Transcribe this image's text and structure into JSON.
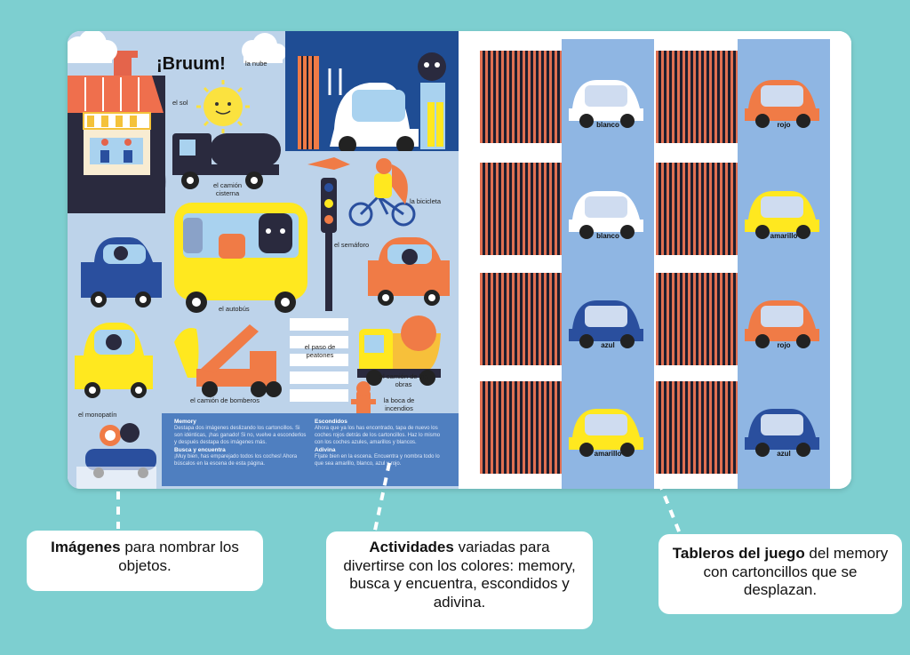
{
  "left_page": {
    "title": "¡Bruum!",
    "labels": {
      "cloud": "la nube",
      "sun": "el sol",
      "tanker": "el camión cisterna",
      "bicycle": "la bicicleta",
      "traffic_light": "el semáforo",
      "bus": "el autobús",
      "crosswalk": "el paso de peatones",
      "fire_truck": "el camión de bomberos",
      "works_truck": "el camión de las obras",
      "hydrant": "la boca de incendios",
      "scooter": "el monopatín"
    },
    "activities": {
      "memory_title": "Memory",
      "memory_text": "Destapa dos imágenes deslizando los cartoncillos. Si son idénticas, ¡has ganado! Si no, vuelve a esconderlos y después destapa dos imágenes más.",
      "find_title": "Busca y encuentra",
      "find_text": "¡Muy bien, has emparejado todos los coches! Ahora búscalos en la escena de esta página.",
      "hide_title": "Escondidos",
      "hide_text": "Ahora que ya los has encontrado, tapa de nuevo los coches rojos detrás de los cartoncillos. Haz lo mismo con los coches azules, amarillos y blancos.",
      "guess_title": "Adivina",
      "guess_text": "Fíjate bien en la escena. Encuentra y nombra todo lo que sea amarillo, blanco, azul y rojo."
    }
  },
  "right_page": {
    "lane1": [
      "blanco",
      "blanco",
      "azul",
      "amarillo"
    ],
    "lane2": [
      "rojo",
      "amarillo",
      "rojo",
      "azul"
    ]
  },
  "captions": {
    "images_bold": "Imágenes",
    "images_rest": " para nombrar los objetos.",
    "activities_bold": "Actividades",
    "activities_rest": " variadas para divertirse con los colores: memory, busca y encuentra, escondidos y adivina.",
    "boards_bold": "Tableros del juego",
    "boards_rest": " del memory con cartoncillos que se desplazan."
  },
  "colors": {
    "background": "#7dcfd0",
    "blue": "#2a4f9e",
    "yellow": "#ffe81f",
    "red": "#f07b46",
    "white": "#ffffff",
    "lane": "#8fb6e3"
  }
}
